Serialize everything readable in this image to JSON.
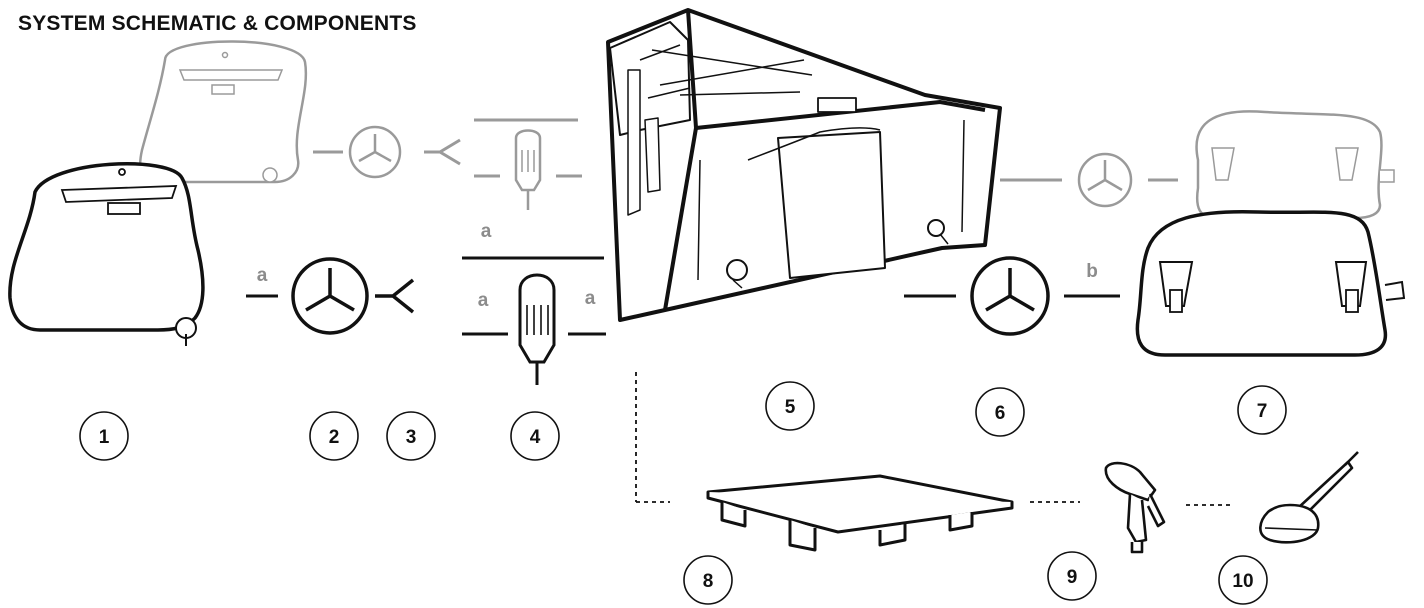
{
  "title": "SYSTEM SCHEMATIC & COMPONENTS",
  "connection_labels": {
    "tank_to_pump": "a",
    "manifold_top": "a",
    "heater_left": "a",
    "heater_right": "a",
    "pump_to_tank": "b"
  },
  "numbers": [
    "1",
    "2",
    "3",
    "4",
    "5",
    "6",
    "7",
    "8",
    "9",
    "10"
  ],
  "colors": {
    "ink": "#111111",
    "faded": "#9a9a9a",
    "label": "#8c8c8c"
  }
}
